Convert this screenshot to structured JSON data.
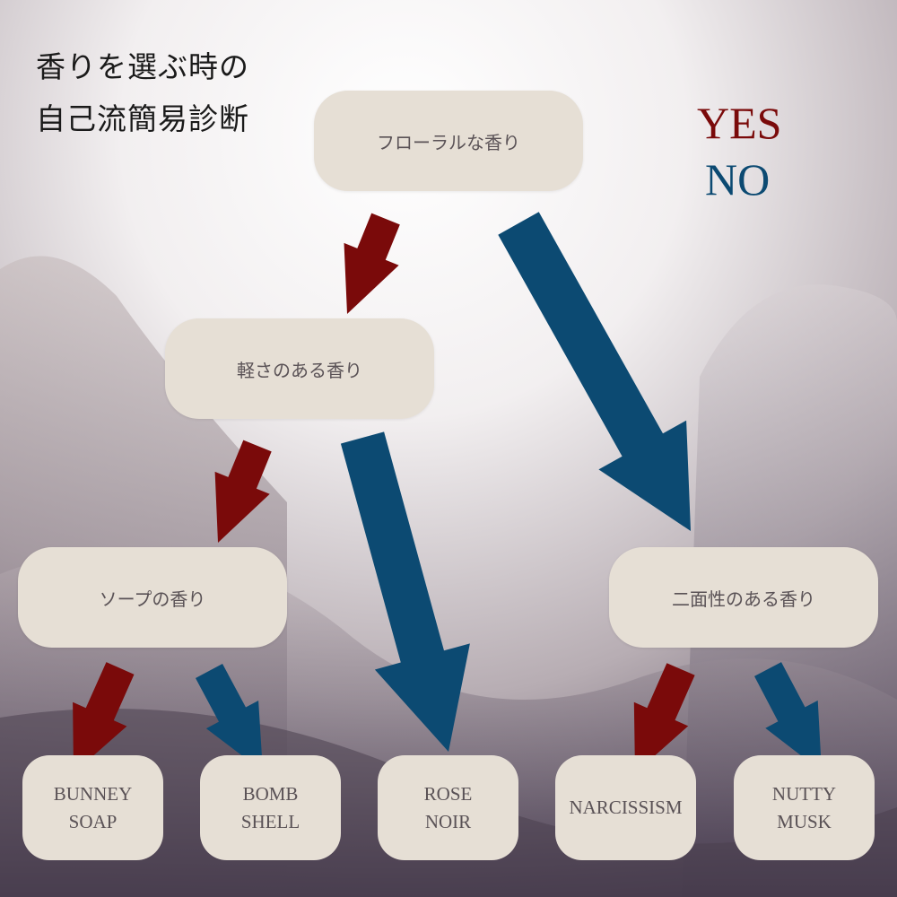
{
  "title": {
    "line1": "香りを選ぶ時の",
    "line2": "自己流簡易診断"
  },
  "legend": {
    "yes": "YES",
    "no": "NO"
  },
  "colors": {
    "yes": "#7a0a0a",
    "no": "#0c4a72",
    "node_fill": "#e6dfd5",
    "node_text": "#5a5256"
  },
  "nodes": {
    "floral": "フローラルな香り",
    "light": "軽さのある香り",
    "soap": "ソープの香り",
    "dual": "二面性のある香り"
  },
  "results": {
    "bunney_soap": {
      "line1": "BUNNEY",
      "line2": "SOAP"
    },
    "bomb_shell": {
      "line1": "BOMB",
      "line2": "SHELL"
    },
    "rose_noir": {
      "line1": "ROSE",
      "line2": "NOIR"
    },
    "narcissism": {
      "line1": "NARCISSISM"
    },
    "nutty_musk": {
      "line1": "NUTTY",
      "line2": "MUSK"
    }
  }
}
